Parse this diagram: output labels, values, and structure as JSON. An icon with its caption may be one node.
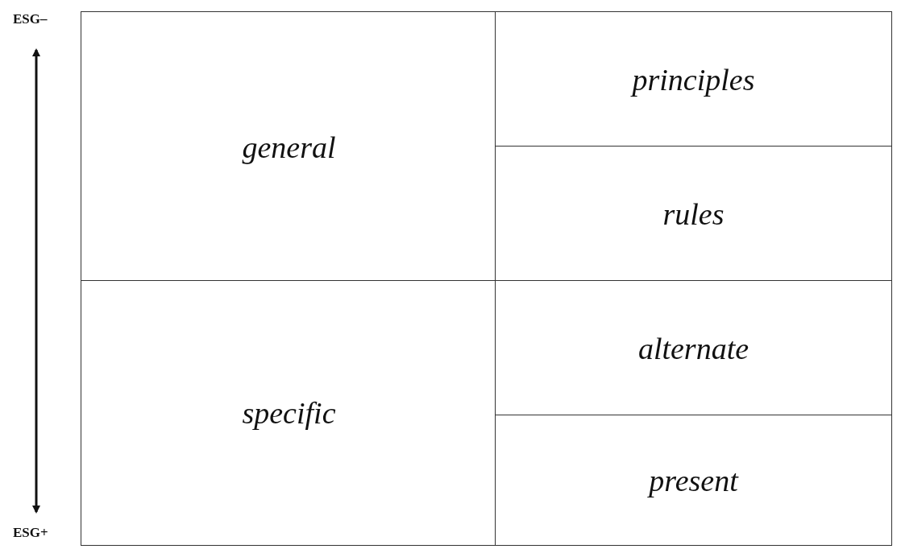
{
  "diagram": {
    "nodes": [
      {
        "text": [
          "general"
        ]
      },
      {
        "text": [
          "principles"
        ]
      },
      {
        "text": [
          "rules"
        ]
      },
      {
        "text": [
          "specific"
        ]
      },
      {
        "text": [
          "alternate"
        ]
      },
      {
        "text": [
          "present"
        ]
      }
    ],
    "labels": [
      "ESG–",
      "ESG+"
    ]
  }
}
